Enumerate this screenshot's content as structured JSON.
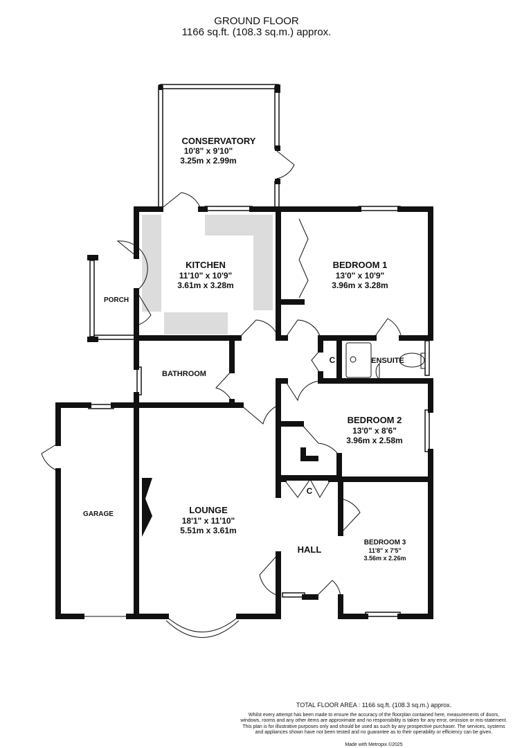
{
  "header": {
    "title": "GROUND FLOOR",
    "area": "1166 sq.ft. (108.3 sq.m.) approx."
  },
  "rooms": {
    "conservatory": {
      "name": "CONSERVATORY",
      "imperial": "10'8\"  x 9'10\"",
      "metric": "3.25m  x 2.99m"
    },
    "kitchen": {
      "name": "KITCHEN",
      "imperial": "11'10\"  x 10'9\"",
      "metric": "3.61m  x 3.28m"
    },
    "bedroom1": {
      "name": "BEDROOM 1",
      "imperial": "13'0\"  x 10'9\"",
      "metric": "3.96m  x 3.28m"
    },
    "porch": {
      "name": "PORCH"
    },
    "bathroom": {
      "name": "BATHROOM"
    },
    "ensuite": {
      "name": "ENSUITE"
    },
    "cupboard1": {
      "name": "C"
    },
    "cupboard2": {
      "name": "C"
    },
    "bedroom2": {
      "name": "BEDROOM 2",
      "imperial": "13'0\"  x 8'6\"",
      "metric": "3.96m  x 2.58m"
    },
    "garage": {
      "name": "GARAGE"
    },
    "lounge": {
      "name": "LOUNGE",
      "imperial": "18'1\"  x 11'10\"",
      "metric": "5.51m  x 3.61m"
    },
    "hall": {
      "name": "HALL"
    },
    "bedroom3": {
      "name": "BEDROOM 3",
      "imperial": "11'8\"  x 7'5\"",
      "metric": "3.56m  x 2.26m"
    }
  },
  "footer": {
    "total": "TOTAL FLOOR AREA : 1166 sq.ft. (108.3 sq.m.) approx.",
    "disclaimer": "Whilst every attempt has been made to ensure the accuracy of the floorplan contained here, measurements of doors, windows, rooms and any other items are approximate and no responsibility is taken for any error, omission or mis-statement. This plan is for illustrative purposes only and should be used as such by any prospective purchaser. The services, systems and appliances shown have not been tested and no guarantee as to their operability or efficiency can be given.",
    "made_with": "Made with Metropix ©2025"
  },
  "colors": {
    "wall": "#111111",
    "counter": "#dcdcdc"
  }
}
